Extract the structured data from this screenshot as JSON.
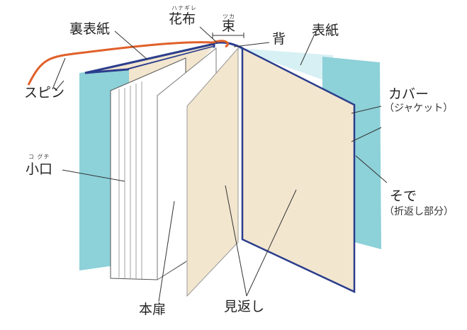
{
  "labels": {
    "hanagire_ruby": "ハナギレ",
    "hanagire": "花布",
    "tsuka_ruby": "ツカ",
    "tsuka": "束",
    "se": "背",
    "urabyoshi": "裏表紙",
    "hyoshi": "表紙",
    "spin": "スピン",
    "cover": "カバー",
    "jacket": "（ジャケット）",
    "koguchi_ruby": "コ グチ",
    "koguchi": "小口",
    "sode": "そで",
    "sode_note": "（折返し部分）",
    "honbira": "本扉",
    "mikaeshi": "見返し"
  },
  "colors": {
    "jacket": "#8dd1d9",
    "jacket_light": "#d7f0f4",
    "endpaper": "#f2e6cf",
    "board_edge": "#2b3d8c",
    "ribbon": "#e0602a",
    "pages": "#ffffff",
    "line": "#333333"
  }
}
